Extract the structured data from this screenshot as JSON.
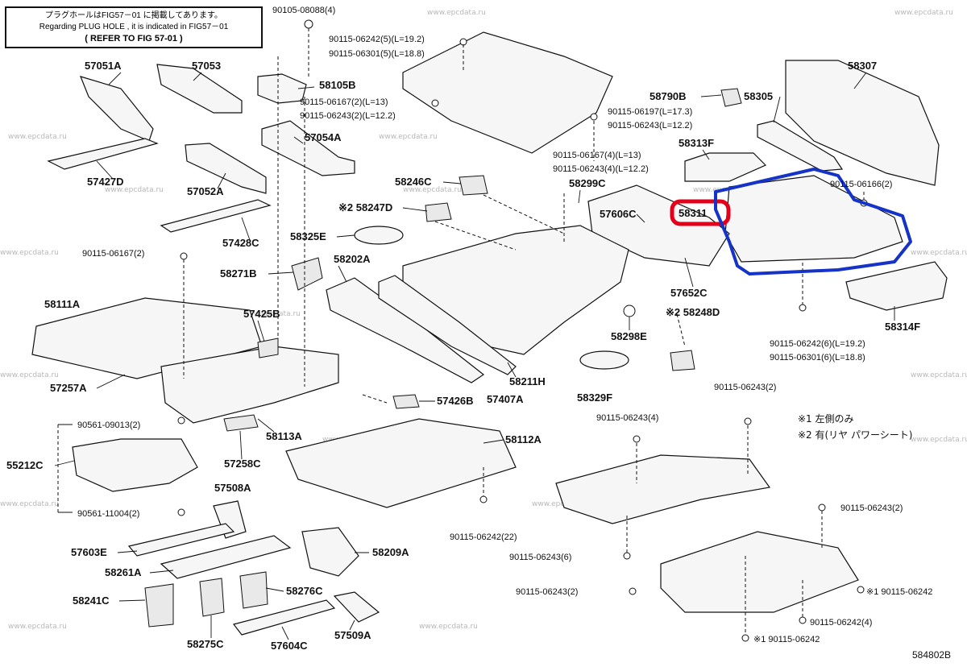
{
  "note_box": {
    "line1": "プラグホールはFIG57－01 に掲載してあります。",
    "line2": "Regarding PLUG HOLE , it is indicated in FIG57－01",
    "line3": "( REFER TO FIG 57-01 )"
  },
  "watermark": "www.epcdata.ru",
  "figure_number": "584802B",
  "legend": {
    "l1": "※1 左側のみ",
    "l2": "※2 有(リヤ パワーシート)"
  },
  "highlight_colors": {
    "red": "#e3001b",
    "blue": "#1533c7"
  },
  "labels": {
    "p57051a": "57051A",
    "p57053": "57053",
    "p57427d": "57427D",
    "p57052a": "57052A",
    "p57054a": "57054A",
    "p57428c": "57428C",
    "p58105b": "58105B",
    "p90105": "90105-08088(4)",
    "b90115_06242_5": "90115-06242(5)(L=19.2)",
    "b90115_06301_5": "90115-06301(5)(L=18.8)",
    "b90115_06167_2a": "90115-06167(2)(L=13)",
    "b90115_06243_2a": "90115-06243(2)(L=12.2)",
    "b90115_06197": "90115-06197(L=17.3)",
    "b90115_06243_l": "90115-06243(L=12.2)",
    "b90115_06167_4": "90115-06167(4)(L=13)",
    "b90115_06243_4a": "90115-06243(4)(L=12.2)",
    "p58307": "58307",
    "p58790b": "58790B",
    "p58305": "58305",
    "p58313f": "58313F",
    "b90115_06166": "90115-06166(2)",
    "p58246c": "58246C",
    "p58247d": "※2 58247D",
    "p58299c": "58299C",
    "p58311": "58311",
    "p57606c": "57606C",
    "p58325e": "58325E",
    "p58202a": "58202A",
    "p57652c": "57652C",
    "b90115_06167_2b": "90115-06167(2)",
    "p58271b": "58271B",
    "p58111a": "58111A",
    "p57425b": "57425B",
    "p58298e": "58298E",
    "p58248d": "※2 58248D",
    "p58314f": "58314F",
    "b90115_06242_6": "90115-06242(6)(L=19.2)",
    "b90115_06301_6": "90115-06301(6)(L=18.8)",
    "p57257a": "57257A",
    "p58211h": "58211H",
    "p57407a": "57407A",
    "p58329f": "58329F",
    "p57426b": "57426B",
    "b90115_06243_2b": "90115-06243(2)",
    "b90115_06243_4b": "90115-06243(4)",
    "b90561_09013": "90561-09013(2)",
    "p58113a": "58113A",
    "p58112a": "58112A",
    "p55212c": "55212C",
    "p57258c": "57258C",
    "p57508a": "57508A",
    "b90561_11004": "90561-11004(2)",
    "b90115_06242_22": "90115-06242(22)",
    "b90115_06243_2c": "90115-06243(2)",
    "p57603e": "57603E",
    "p58209a": "58209A",
    "b90115_06243_6": "90115-06243(6)",
    "p58261a": "58261A",
    "b90115_06243_2d": "90115-06243(2)",
    "p58241c": "58241C",
    "p58276c": "58276C",
    "b90115_06242_a": "※1 90115-06242",
    "p58275c": "58275C",
    "p57604c": "57604C",
    "p57509a": "57509A",
    "b90115_06242_4": "90115-06242(4)",
    "b90115_06242_b": "※1 90115-06242"
  }
}
